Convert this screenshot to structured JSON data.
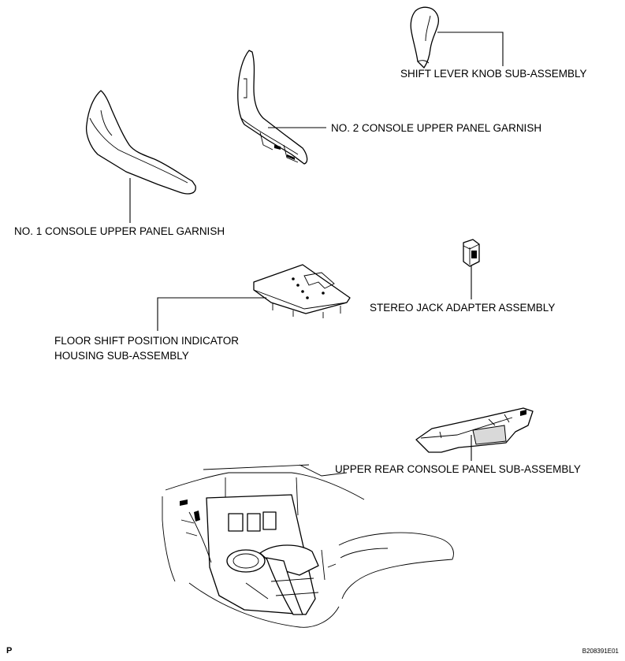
{
  "labels": {
    "shift_lever_knob": "SHIFT LEVER KNOB SUB-ASSEMBLY",
    "no2_garnish": "NO. 2 CONSOLE UPPER PANEL GARNISH",
    "no1_garnish": "NO. 1 CONSOLE UPPER PANEL GARNISH",
    "stereo_jack": "STEREO JACK ADAPTER ASSEMBLY",
    "floor_shift_line1": "FLOOR SHIFT POSITION INDICATOR",
    "floor_shift_line2": "HOUSING SUB-ASSEMBLY",
    "upper_rear_console": "UPPER REAR CONSOLE PANEL SUB-ASSEMBLY"
  },
  "corner_mark": "P",
  "figure_code": "B208391E01"
}
